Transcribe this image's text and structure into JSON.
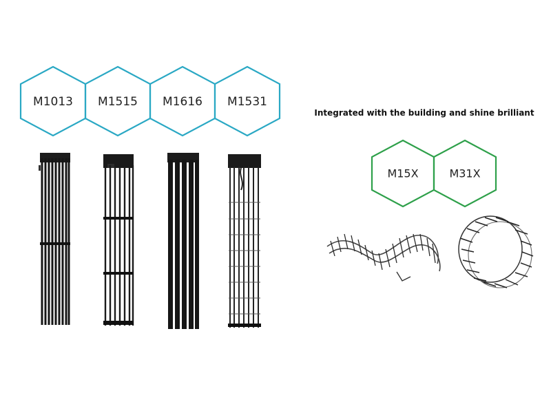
{
  "tagline": "Integrated with the building and shine brilliant",
  "models_row_1": [
    {
      "label": "M1013"
    },
    {
      "label": "M1515"
    },
    {
      "label": "M1616"
    },
    {
      "label": "M1531"
    }
  ],
  "models_row_2": [
    {
      "label": "M15X"
    },
    {
      "label": "M31X"
    }
  ],
  "colors": {
    "hex_cyan": "#2aa8c4",
    "hex_green": "#2ea04a",
    "panel_dark": "#1a1a1a",
    "text": "#222222"
  }
}
